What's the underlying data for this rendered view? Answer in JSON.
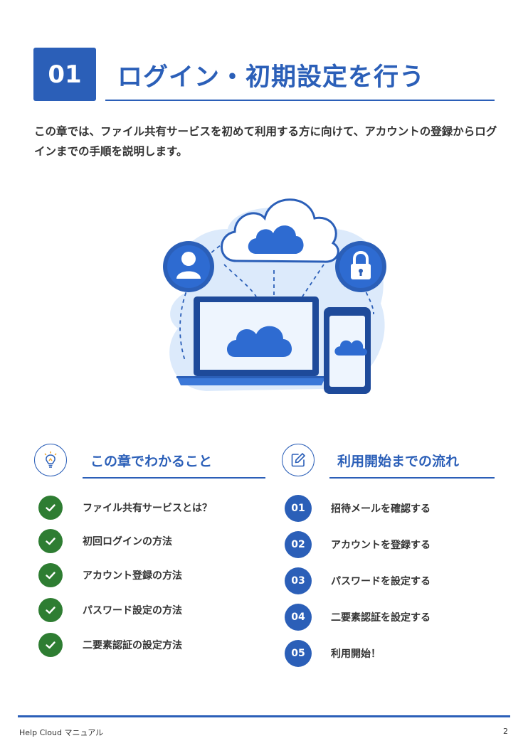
{
  "chapter": {
    "number": "01",
    "title": "ログイン・初期設定を行う",
    "intro": "この章では、ファイル共有サービスを初めて利用する方に向けて、アカウントの登録からログインまでの手順を説明します。"
  },
  "learn_section": {
    "title": "この章でわかること",
    "icon": "lightbulb-icon",
    "items": [
      "ファイル共有サービスとは？",
      "初回ログインの方法",
      "アカウント登録の方法",
      "パスワード設定の方法",
      "二要素認証の設定方法"
    ]
  },
  "flow_section": {
    "title": "利用開始までの流れ",
    "icon": "edit-icon",
    "steps": [
      {
        "num": "01",
        "label": "招待メールを確認する"
      },
      {
        "num": "02",
        "label": "アカウントを登録する"
      },
      {
        "num": "03",
        "label": "パスワードを設定する"
      },
      {
        "num": "04",
        "label": "二要素認証を設定する"
      },
      {
        "num": "05",
        "label": "利用開始！"
      }
    ]
  },
  "footer": {
    "doc_name": "Help Cloud マニュアル",
    "page_number": "2"
  },
  "colors": {
    "accent_blue": "#2b5fb8",
    "check_green": "#2e7d32"
  }
}
